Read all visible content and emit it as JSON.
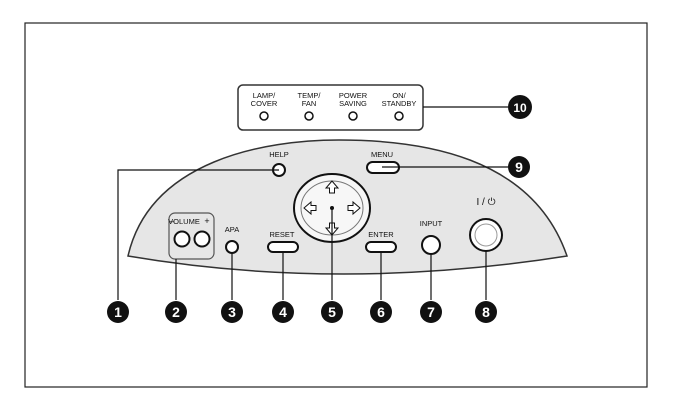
{
  "indicators": [
    {
      "line1": "LAMP/",
      "line2": "COVER"
    },
    {
      "line1": "TEMP/",
      "line2": "FAN"
    },
    {
      "line1": "POWER",
      "line2": "SAVING"
    },
    {
      "line1": "ON/",
      "line2": "STANDBY"
    }
  ],
  "buttons": {
    "help": "HELP",
    "menu": "MENU",
    "volume": "VOLUME",
    "volume_minus": "–",
    "volume_plus": "+",
    "apa": "APA",
    "reset": "RESET",
    "enter": "ENTER",
    "input": "INPUT",
    "power": "I / ⏻"
  },
  "callouts": [
    "1",
    "2",
    "3",
    "4",
    "5",
    "6",
    "7",
    "8",
    "9",
    "10"
  ]
}
